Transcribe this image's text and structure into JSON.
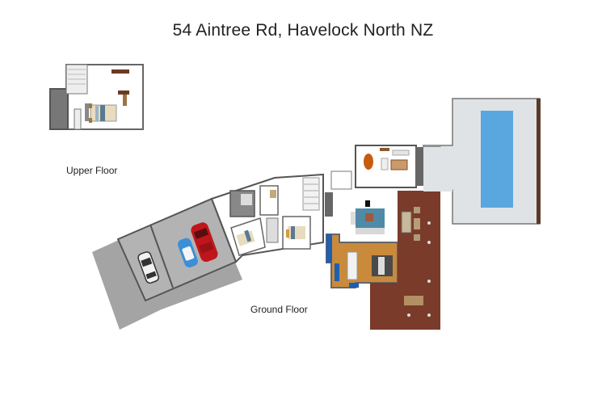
{
  "title": "54 Aintree Rd, Havelock North NZ",
  "labels": {
    "upper_floor": "Upper Floor",
    "ground_floor": "Ground Floor"
  },
  "colors": {
    "wall": "#555555",
    "floor_white": "#ffffff",
    "garage_concrete": "#a8a8a8",
    "driveway": "#9e9e9e",
    "deck_wood": "#7a3b2a",
    "pool_water": "#5aa7e0",
    "pool_paving": "#dfe3e6",
    "kitchen_timber": "#c98a3c",
    "car_red": "#c0161b",
    "car_blue": "#3b8fd6",
    "car_white": "#f2f2f2",
    "rug_teal": "#4f8aa6",
    "accent_blue": "#1e5fb0"
  },
  "vehicles": [
    "red-car",
    "blue-car",
    "white-car"
  ]
}
